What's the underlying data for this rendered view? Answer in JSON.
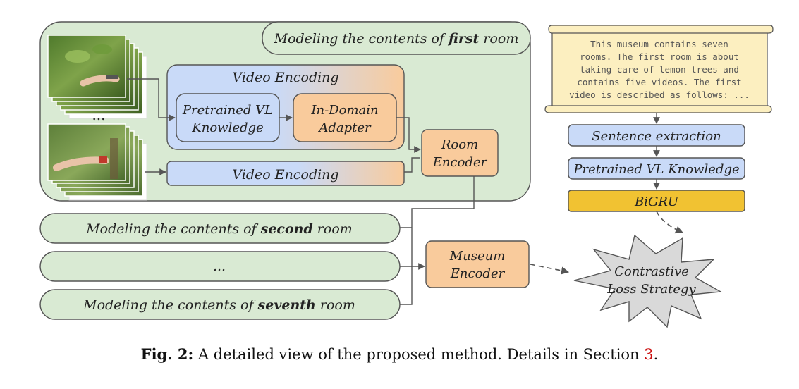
{
  "first_room": {
    "label_pre": "Modeling the contents of ",
    "label_bold": "first",
    "label_post": " room",
    "ellipsis": "..."
  },
  "video_encoding": {
    "title": "Video Encoding",
    "pretrained_line1": "Pretrained VL",
    "pretrained_line2": "Knowledge",
    "adapter_line1": "In-Domain",
    "adapter_line2": "Adapter",
    "second_label": "Video Encoding"
  },
  "room_encoder": {
    "line1": "Room",
    "line2": "Encoder"
  },
  "rooms": {
    "second": {
      "pre": "Modeling the contents of ",
      "bold": "second",
      "post": " room"
    },
    "middle": {
      "text": "..."
    },
    "seventh": {
      "pre": "Modeling the contents of ",
      "bold": "seventh",
      "post": " room"
    }
  },
  "museum_encoder": {
    "line1": "Museum",
    "line2": "Encoder"
  },
  "scroll_text": [
    "This museum contains seven",
    "rooms. The first room is about",
    "taking care of lemon trees and",
    "contains five videos. The first",
    "video is described as follows: ..."
  ],
  "text_pipeline": {
    "sentence_extraction": "Sentence extraction",
    "pretrained": "Pretrained VL Knowledge",
    "bigru": "BiGRU"
  },
  "contrastive": {
    "line1": "Contrastive",
    "line2": "Loss Strategy"
  },
  "caption": {
    "fig": "Fig. 2:",
    "text": " A detailed view of the proposed method. Details in Section ",
    "ref": "3",
    "end": "."
  },
  "colors": {
    "green_fill": "#d9ead3",
    "blue": "#c9daf8",
    "orange": "#f9cb9c",
    "bigru": "#f1c232",
    "scroll": "#fcefc0",
    "starburst": "#d9d9d9"
  }
}
